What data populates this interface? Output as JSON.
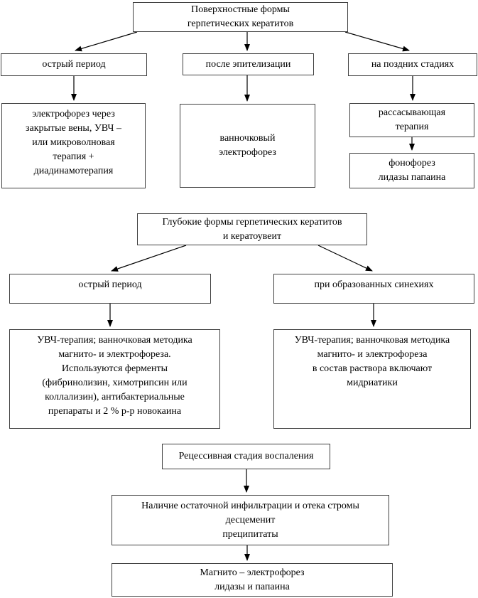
{
  "colors": {
    "background": "#ffffff",
    "box_border": "#404040",
    "arrow": "#000000",
    "text": "#000000"
  },
  "nodes": {
    "superficial_title": {
      "text": "Поверхностные формы\nгерпетических кератитов"
    },
    "acute_period_superficial": {
      "text": "острый период"
    },
    "after_epithelialization": {
      "text": "после эпителизации"
    },
    "late_stages": {
      "text": "на поздних стадиях"
    },
    "electrophoresis_closed_veins": {
      "text": "электрофорез через\nзакрытые вены, УВЧ –\nили микроволновая\nтерапия +\nдиадинамотерапия"
    },
    "bath_electrophoresis": {
      "text": "ванночковый\nэлектрофорез"
    },
    "resolving_therapy": {
      "text": "рассасывающая\nтерапия"
    },
    "phonophoresis_lidase_papain": {
      "text": "фонофорез\nлидазы папаина"
    },
    "deep_title": {
      "text": "Глубокие формы герпетических кератитов\nи кератоувеит"
    },
    "acute_period_deep": {
      "text": "острый период"
    },
    "formed_synechiae": {
      "text": "при образованных синехиях"
    },
    "deep_acute_treatment": {
      "text": "УВЧ-терапия; ванночковая методика\nмагнито- и электрофореза.\nИспользуются ферменты\n(фибринолизин, химотрипсин или\nколлализин), антибактериальные\nпрепараты и 2 % р-р новокаина"
    },
    "deep_synechiae_treatment": {
      "text": "УВЧ-терапия; ванночковая методика\nмагнито- и электрофореза\nв состав раствора включают\nмидриатики"
    },
    "recessive_stage": {
      "text": "Рецессивная стадия воспаления"
    },
    "residual_infiltration": {
      "text": "Наличие остаточной инфильтрации и отека стромы\nдесцеменит\nпреципитаты"
    },
    "magneto_electrophoresis": {
      "text": "Магнито – электрофорез\nлидазы и папаина"
    }
  }
}
